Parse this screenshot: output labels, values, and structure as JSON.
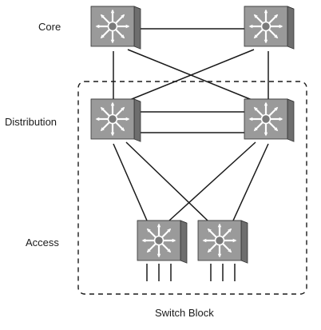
{
  "labels": {
    "core": "Core",
    "distribution": "Distribution",
    "access": "Access",
    "switch_block": "Switch Block"
  },
  "colors": {
    "switch_face": "#9a9a9a",
    "switch_top": "#c4c4c4",
    "switch_side": "#6e6e6e",
    "link": "#1a1a1a",
    "arrow": "#ffffff"
  },
  "icons": {
    "switch": "multilayer-switch-icon"
  }
}
